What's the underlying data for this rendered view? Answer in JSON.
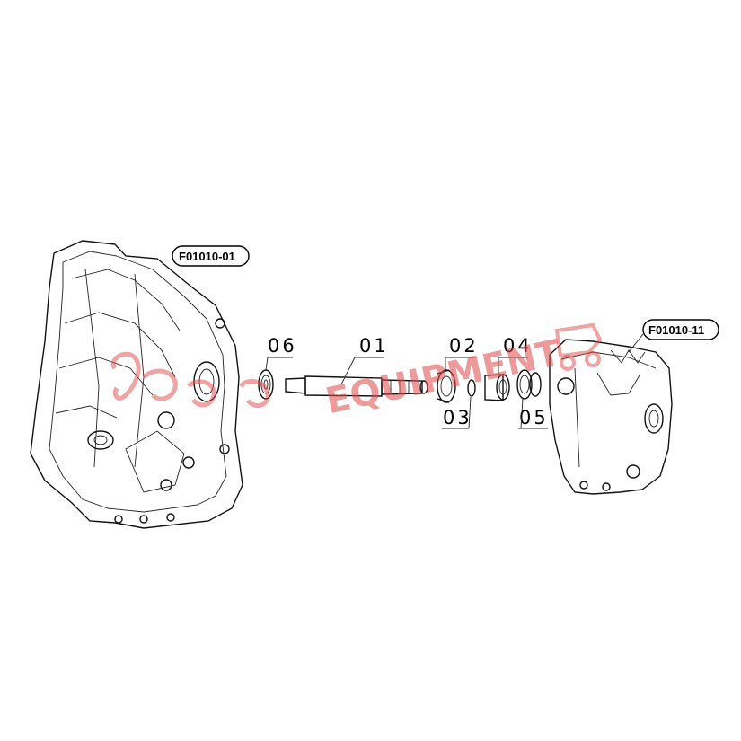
{
  "diagram": {
    "assemblies": [
      {
        "id": "left-housing",
        "label": "F01010-01"
      },
      {
        "id": "right-housing",
        "label": "F01010-11"
      }
    ],
    "parts": [
      {
        "id": "shaft",
        "label": "01"
      },
      {
        "id": "bearing-02",
        "label": "02"
      },
      {
        "id": "snap-ring",
        "label": "03"
      },
      {
        "id": "collar",
        "label": "04"
      },
      {
        "id": "bearing-05",
        "label": "05"
      },
      {
        "id": "seal",
        "label": "06"
      }
    ],
    "watermark": {
      "text": "EQUIPMENT",
      "color": "#e04848"
    }
  }
}
